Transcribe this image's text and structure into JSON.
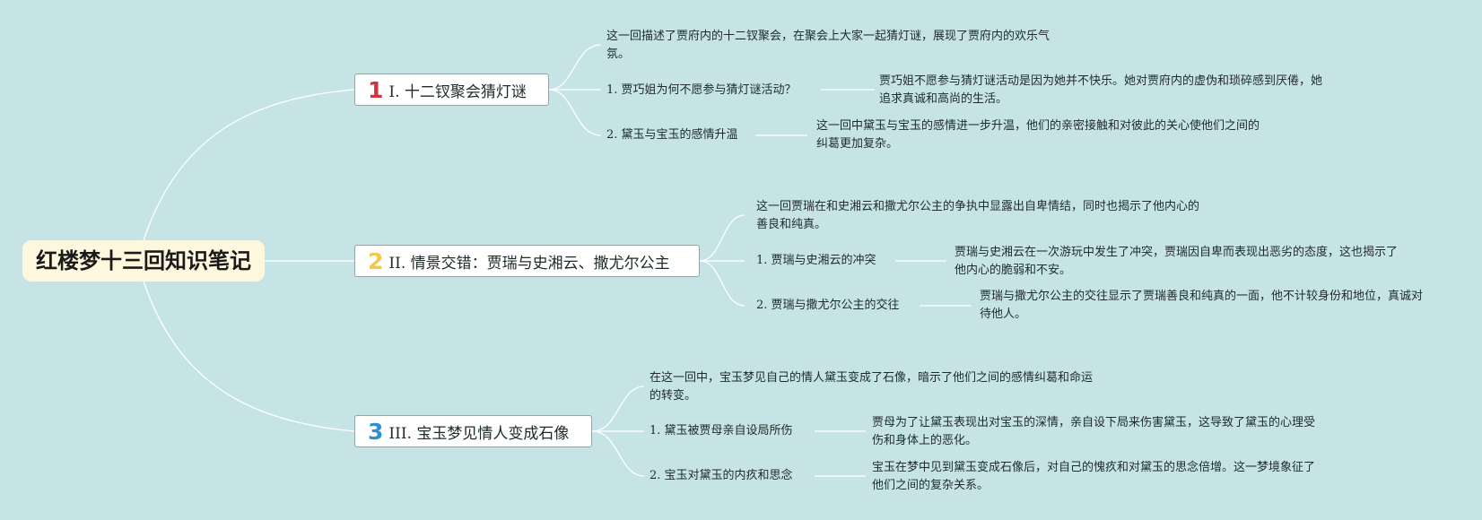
{
  "root": {
    "title": "红楼梦十三回知识笔记"
  },
  "colors": {
    "background": "#c6e4e5",
    "root_fill": "#fdf7dd",
    "connector": "#ffffff",
    "badge_1": "#d2343f",
    "badge_2": "#f2c84b",
    "badge_3": "#2f8fd0"
  },
  "branches": [
    {
      "badge": "1",
      "label": "I. 十二钗聚会猜灯谜",
      "summary": "这一回描述了贾府内的十二钗聚会，在聚会上大家一起猜灯谜，展现了贾府内的欢乐气氛。",
      "subtopics": [
        {
          "label": "1. 贾巧姐为何不愿参与猜灯谜活动？",
          "detail": "贾巧姐不愿参与猜灯谜活动是因为她并不快乐。她对贾府内的虚伪和琐碎感到厌倦，她追求真诚和高尚的生活。"
        },
        {
          "label": "2. 黛玉与宝玉的感情升温",
          "detail": "这一回中黛玉与宝玉的感情进一步升温，他们的亲密接触和对彼此的关心使他们之间的纠葛更加复杂。"
        }
      ]
    },
    {
      "badge": "2",
      "label": "II. 情景交错：贾瑞与史湘云、撒尤尔公主",
      "summary": "这一回贾瑞在和史湘云和撒尤尔公主的争执中显露出自卑情结，同时也揭示了他内心的善良和纯真。",
      "subtopics": [
        {
          "label": "1. 贾瑞与史湘云的冲突",
          "detail": "贾瑞与史湘云在一次游玩中发生了冲突，贾瑞因自卑而表现出恶劣的态度，这也揭示了他内心的脆弱和不安。"
        },
        {
          "label": "2. 贾瑞与撒尤尔公主的交往",
          "detail": "贾瑞与撒尤尔公主的交往显示了贾瑞善良和纯真的一面，他不计较身份和地位，真诚对待他人。"
        }
      ]
    },
    {
      "badge": "3",
      "label": "III. 宝玉梦见情人变成石像",
      "summary": "在这一回中，宝玉梦见自己的情人黛玉变成了石像，暗示了他们之间的感情纠葛和命运的转变。",
      "subtopics": [
        {
          "label": "1. 黛玉被贾母亲自设局所伤",
          "detail": "贾母为了让黛玉表现出对宝玉的深情，亲自设下局来伤害黛玉，这导致了黛玉的心理受伤和身体上的恶化。"
        },
        {
          "label": "2. 宝玉对黛玉的内疚和思念",
          "detail": "宝玉在梦中见到黛玉变成石像后，对自己的愧疚和对黛玉的思念倍增。这一梦境象征了他们之间的复杂关系。"
        }
      ]
    }
  ]
}
